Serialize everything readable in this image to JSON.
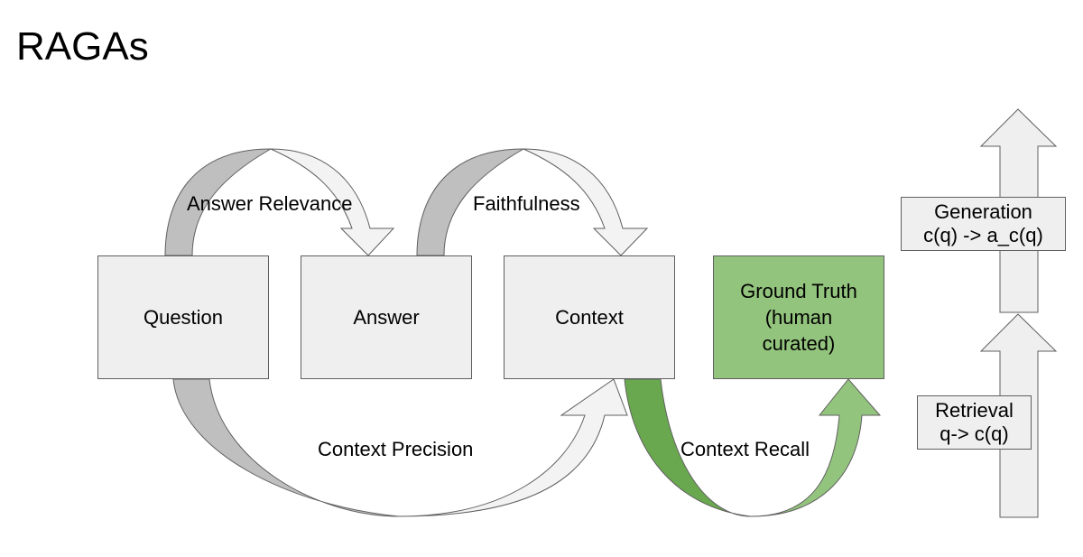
{
  "title": "RAGAs",
  "nodes": {
    "question": "Question",
    "answer": "Answer",
    "context": "Context",
    "ground_truth": "Ground Truth\n(human\ncurated)"
  },
  "metrics": {
    "answer_relevance": "Answer Relevance",
    "faithfulness": "Faithfulness",
    "context_precision": "Context Precision",
    "context_recall": "Context Recall"
  },
  "pipeline": {
    "generation": "Generation\nc(q) -> a_c(q)",
    "retrieval": "Retrieval\nq-> c(q)"
  },
  "colors": {
    "box_fill": "#efefef",
    "ground_truth_fill": "#93c47d",
    "arrow_dark": "#bfbfbf",
    "arrow_light": "#f3f3f3",
    "green_dark": "#6aa84f",
    "green_light": "#93c47d",
    "outline": "#5f5f5f"
  }
}
